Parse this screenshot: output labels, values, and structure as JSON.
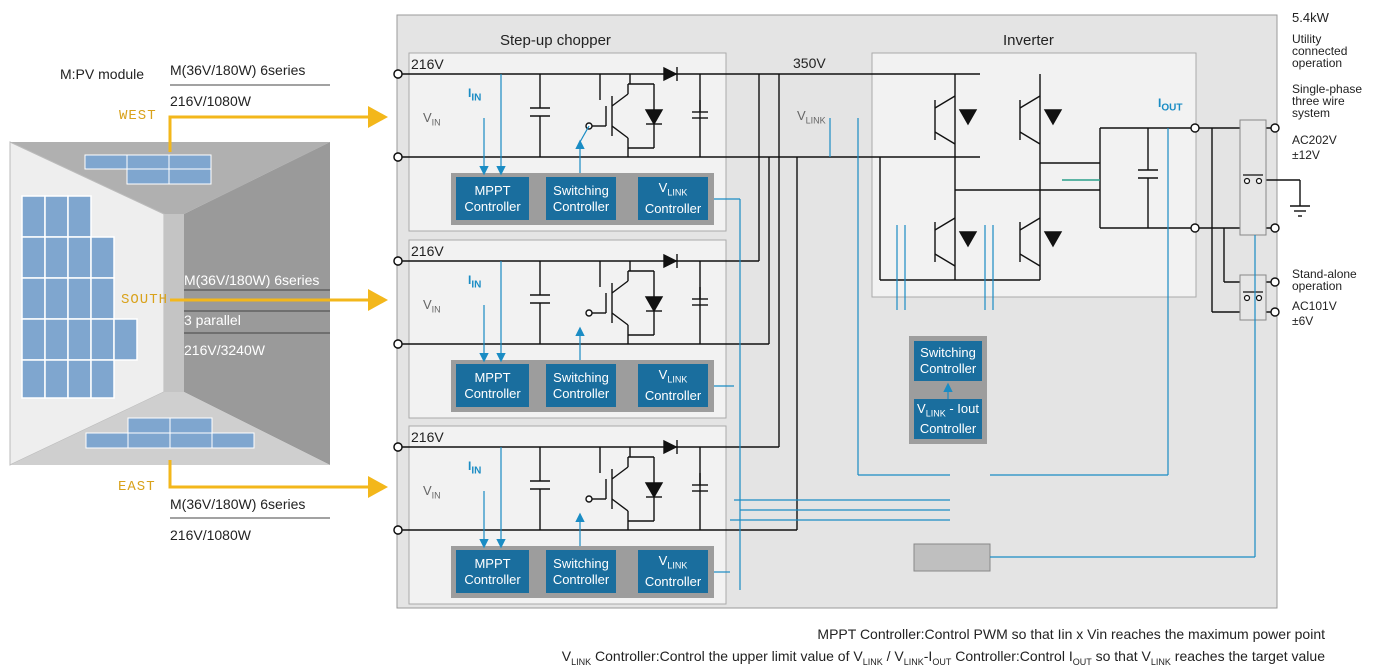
{
  "pv": {
    "module_label": "M:PV module",
    "west": {
      "label": "WEST",
      "spec": "M(36V/180W) 6series",
      "output": "216V/1080W"
    },
    "south": {
      "label": "SOUTH",
      "spec": "M(36V/180W) 6series",
      "parallel": "3 parallel",
      "output": "216V/3240W"
    },
    "east": {
      "label": "EAST",
      "spec": "M(36V/180W) 6series",
      "output": "216V/1080W"
    }
  },
  "chopper": {
    "title": "Step-up chopper",
    "voltage": "216V",
    "vin_label": "V",
    "vin_sub": "IN",
    "iin_label": "I",
    "iin_sub": "IN",
    "mppt": "MPPT Controller",
    "switching": "Switching Controller",
    "vlink": "V",
    "vlink_sub": "LINK",
    "vlink_ctrl": "Controller"
  },
  "link": {
    "voltage": "350V",
    "label": "V",
    "sub": "LINK"
  },
  "inverter": {
    "title": "Inverter",
    "iout_label": "I",
    "iout_sub": "OUT",
    "switching": "Switching Controller",
    "vlink_iout_a": "V",
    "vlink_iout_sub": "LINK",
    "vlink_iout_b": " - Iout",
    "vlink_iout_c": "Controller"
  },
  "output": {
    "power": "5.4kW",
    "utility": [
      "Utility",
      "connected",
      "operation"
    ],
    "phase": [
      "Single-phase",
      "three wire",
      "system"
    ],
    "ac1": "AC202V",
    "ac1_tol": "±12V",
    "standalone": [
      "Stand-alone",
      "operation"
    ],
    "ac2": "AC101V",
    "ac2_tol": "±6V"
  },
  "notes": {
    "line1": "MPPT Controller:Control PWM so that Iin x Vin reaches the maximum power point",
    "line2": {
      "a": "V",
      "a_sub": "LINK",
      "b": " Controller:Control the upper limit value of V",
      "b_sub": "LINK",
      "c": " / V",
      "c_sub": "LINK",
      "d": "-I",
      "d_sub": "OUT",
      "e": " Controller:Control I",
      "e_sub": "OUT",
      "f": " so that V",
      "f_sub": "LINK",
      "g": " reaches the target value"
    }
  }
}
